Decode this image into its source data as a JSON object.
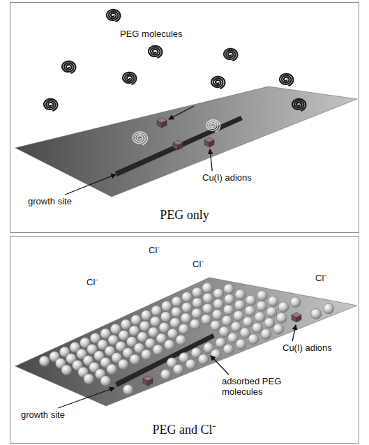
{
  "diagram": {
    "nodes": [
      {
        "text": [
          "PEG only"
        ]
      },
      {
        "text": [
          "PEG and Cl⁻"
        ]
      }
    ],
    "labels": [
      "PEG molecules",
      "growth site",
      "Cu(I) adions",
      "Cl⁻",
      "Cl⁻",
      "Cl⁻",
      "Cl⁻",
      "growth site",
      "Cu(I) adions",
      "adsorbed PEG molecules"
    ]
  }
}
